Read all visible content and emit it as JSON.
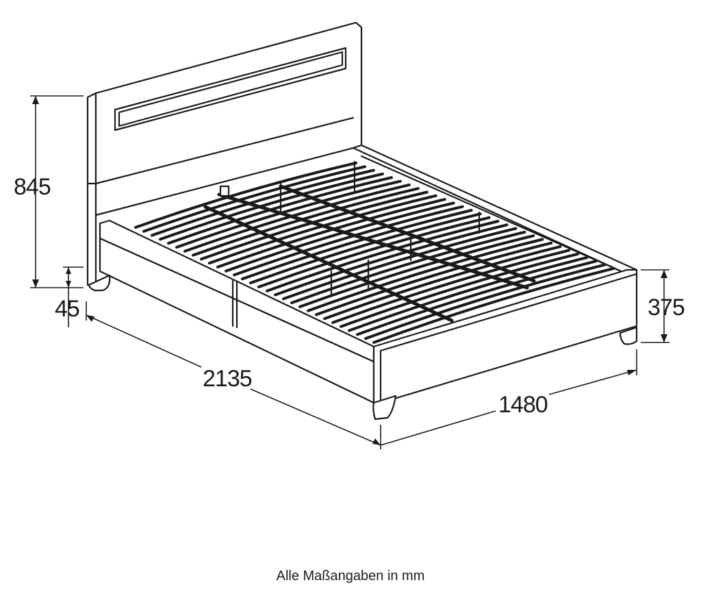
{
  "dimensions": {
    "total_height": "845",
    "leg_height": "45",
    "length": "2135",
    "width": "1480",
    "frame_height": "375"
  },
  "note": "Alle Maßangaben in mm",
  "icons": [
    "bed-frame-drawing"
  ]
}
